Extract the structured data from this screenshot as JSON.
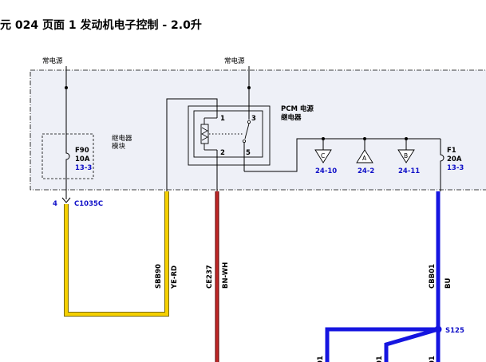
{
  "title": "元 024 页面 1 发动机电子控制 - 2.0升",
  "power": {
    "left": "常电源",
    "mid": "常电源"
  },
  "relay_module": {
    "line1": "继电器",
    "line2": "模块"
  },
  "fuse_f90": {
    "name": "F90",
    "rating": "10A",
    "ref": "13-3"
  },
  "pcm_relay": {
    "line1": "PCM 电源",
    "line2": "继电器",
    "pin1": "1",
    "pin2": "2",
    "pin3": "3",
    "pin5": "5"
  },
  "fuse_f1": {
    "name": "F1",
    "rating": "20A",
    "ref": "13-3"
  },
  "outputs": [
    {
      "letter": "C",
      "ref": "24-10"
    },
    {
      "letter": "A",
      "ref": "24-2"
    },
    {
      "letter": "B",
      "ref": "24-11"
    }
  ],
  "connector": {
    "pin": "4",
    "name": "C1035C"
  },
  "wires": [
    {
      "circuit": "SBB90",
      "color": "YE-RD"
    },
    {
      "circuit": "CE237",
      "color": "BN-WH"
    },
    {
      "circuit": "CBB01",
      "color": "BU"
    }
  ],
  "splice": "S125",
  "partial_labels": [
    "01",
    "01",
    "01"
  ],
  "colors": {
    "yellow": "#f5d000",
    "brown": "#b02020",
    "blue": "#1515e0",
    "label_blue": "#1010c8"
  }
}
